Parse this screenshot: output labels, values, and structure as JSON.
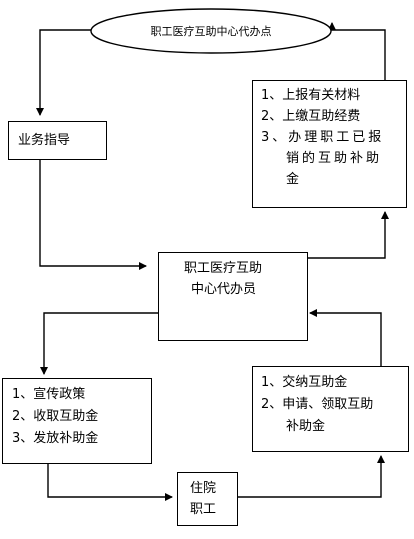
{
  "nodes": {
    "top": {
      "label": "职工医疗互助中心代办点"
    },
    "guide": {
      "label": "业务指导"
    },
    "report": {
      "items": [
        "1、上报有关材料",
        "2、上缴互助经费",
        "3、办理职工已报",
        "销的互助补助",
        "金"
      ]
    },
    "agent": {
      "lines": [
        "职工医疗互助",
        "中心代办员"
      ]
    },
    "publicity": {
      "items": [
        "1、宣传政策",
        "2、收取互助金",
        "3、发放补助金"
      ]
    },
    "payment": {
      "items": [
        "1、交纳互助金",
        "2、申请、领取互助",
        "补助金"
      ]
    },
    "inpatient": {
      "lines": [
        "住院",
        "职工"
      ]
    }
  }
}
